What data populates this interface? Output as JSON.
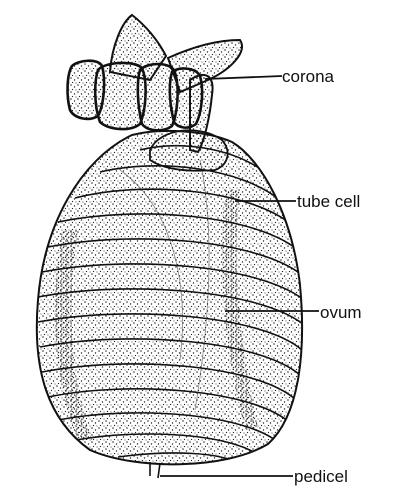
{
  "labels": {
    "corona": "corona",
    "tube_cell": "tube cell",
    "ovum": "ovum",
    "pedicel": "pedicel"
  },
  "colors": {
    "ink": "#111111",
    "stipple": "#222222",
    "background": "#ffffff"
  }
}
